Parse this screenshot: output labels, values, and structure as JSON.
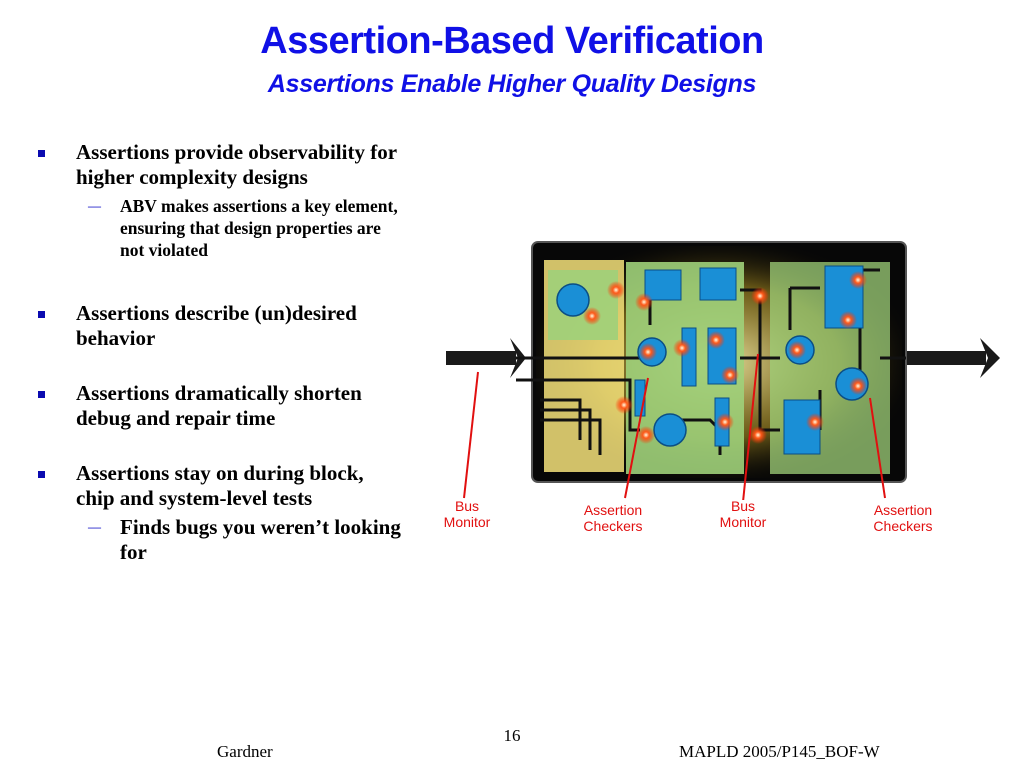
{
  "slide": {
    "title": "Assertion-Based Verification",
    "subtitle": "Assertions Enable Higher Quality Designs",
    "bullets": [
      {
        "text": "Assertions provide observability for higher complexity designs",
        "sub": "ABV makes assertions a key element, ensuring that design properties are not violated"
      },
      {
        "text": "Assertions describe (un)desired behavior"
      },
      {
        "text": "Assertions dramatically shorten debug and repair time"
      },
      {
        "text": "Assertions stay on during block, chip and system-level tests",
        "sub": "Finds bugs you weren’t looking for"
      }
    ],
    "callouts": {
      "bus_monitor_1": "Bus Monitor",
      "assertion_checkers_1": "Assertion Checkers",
      "bus_monitor_2": "Bus Monitor",
      "assertion_checkers_2": "Assertion Checkers"
    },
    "page_number": "16",
    "footer_left": "Gardner",
    "footer_right": "MAPLD 2005/P145_BOF-W"
  },
  "colors": {
    "title": "#1010e6",
    "bullet_marker": "#0b0bb0",
    "callout": "#e11010",
    "block_blue": "#1a8fd6",
    "panel_green": "#9fd07a",
    "panel_yellow": "#f4e27a"
  }
}
